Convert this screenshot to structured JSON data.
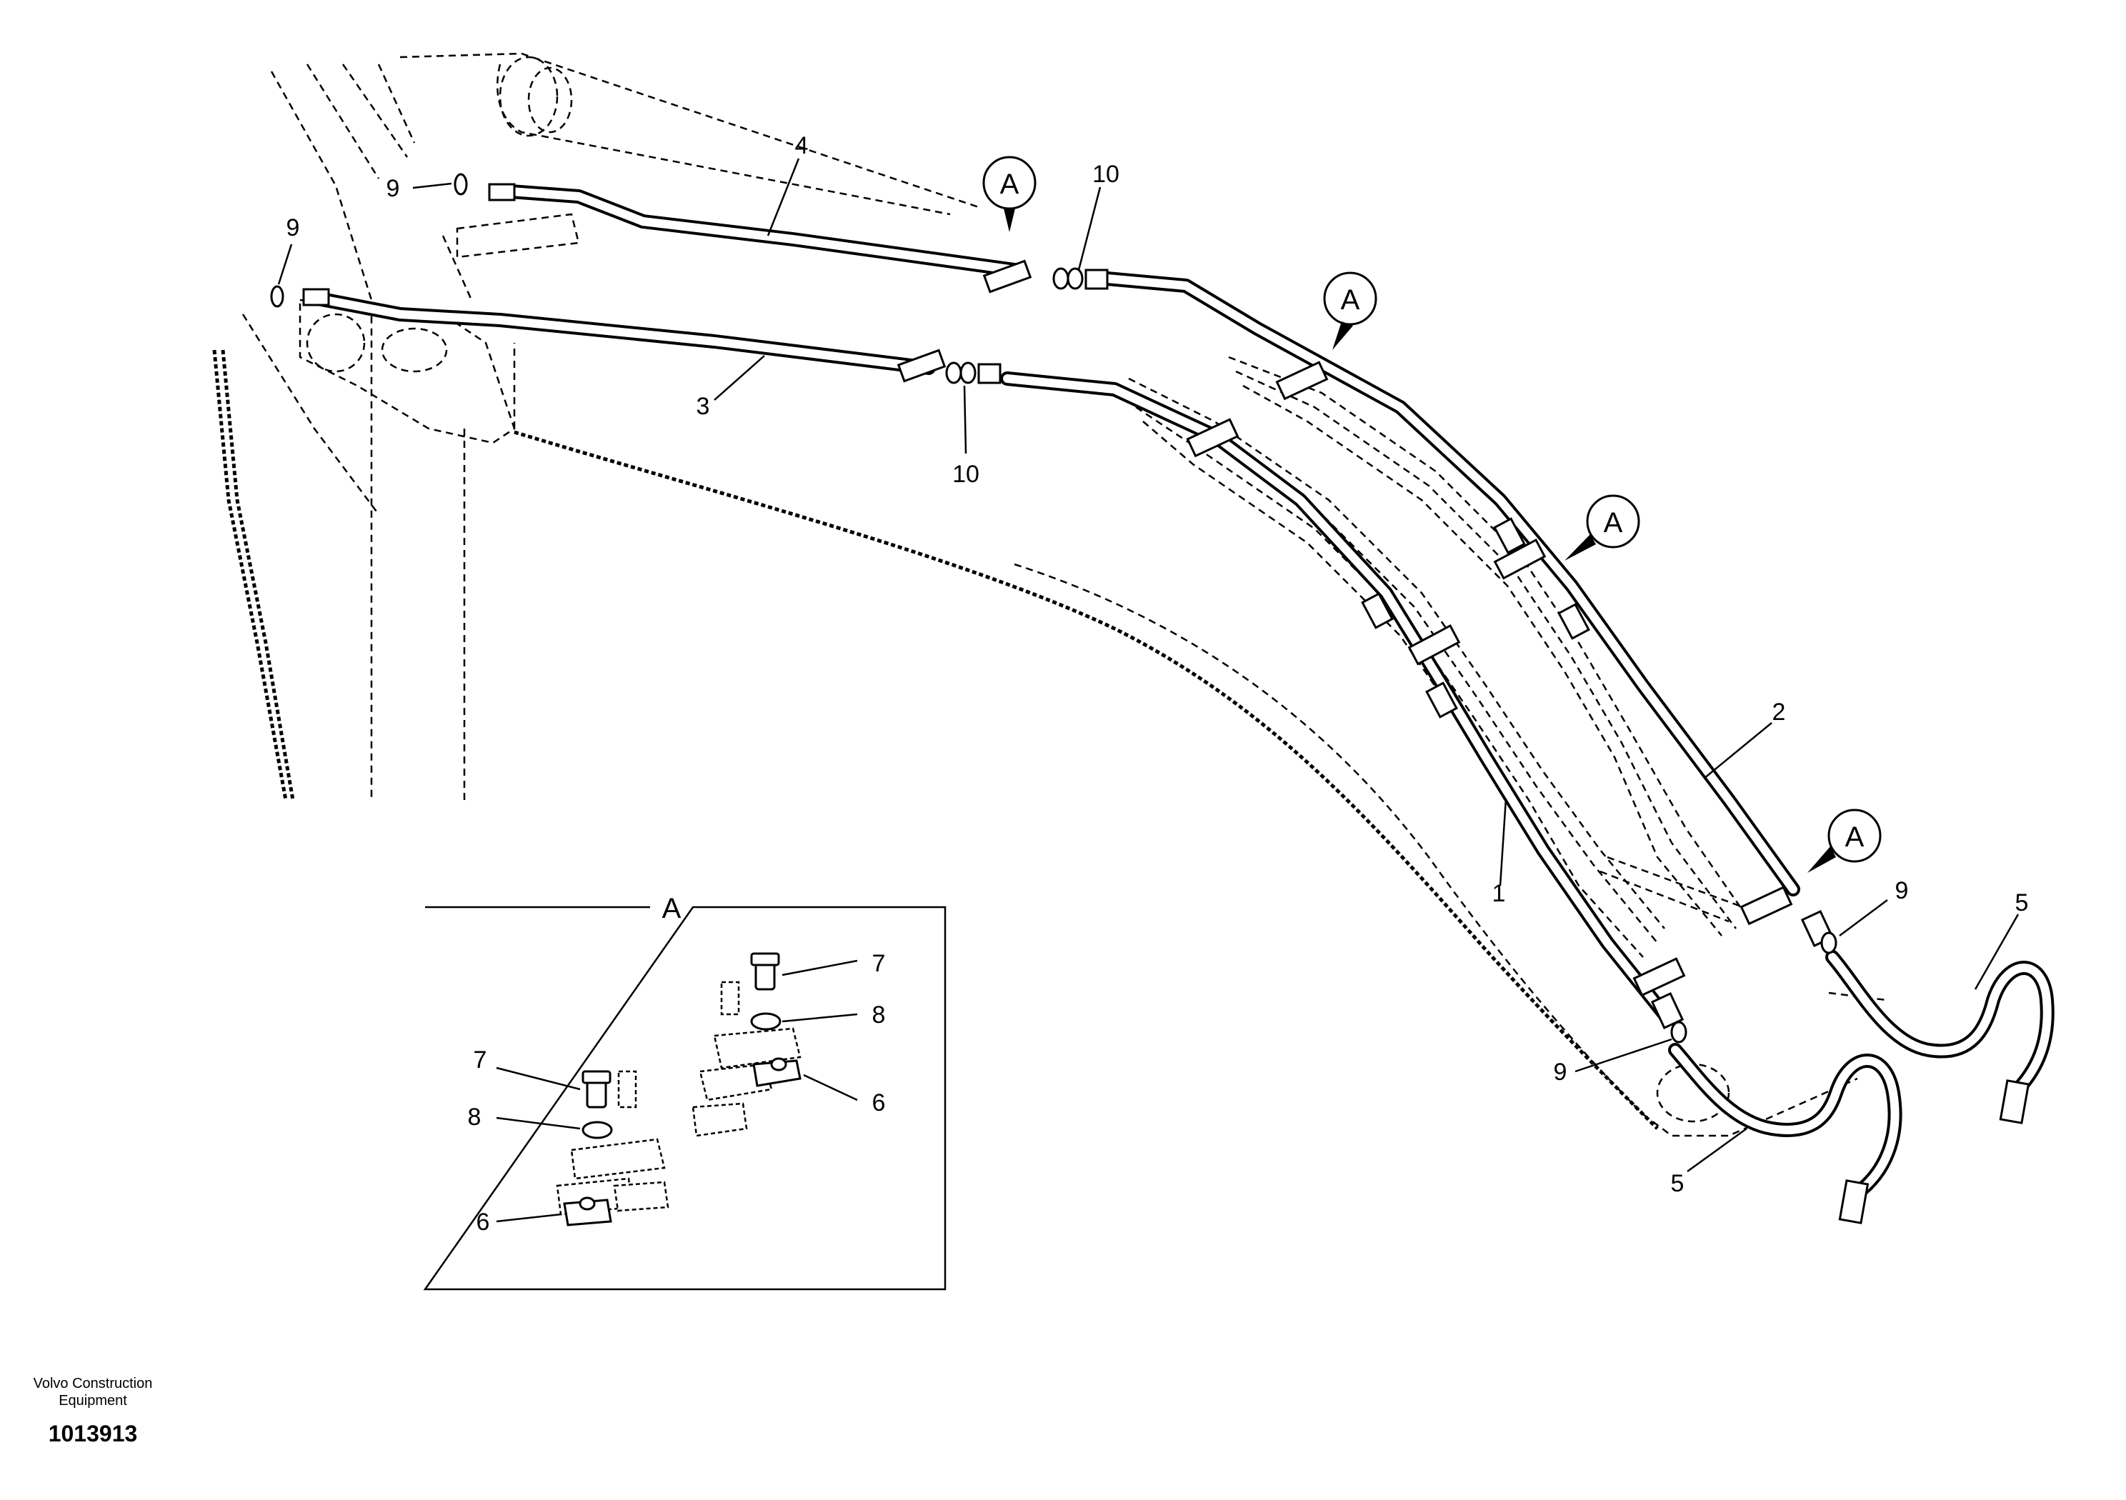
{
  "diagram": {
    "callouts": {
      "c1": "1",
      "c2": "2",
      "c3": "3",
      "c4": "4",
      "c5a": "5",
      "c5b": "5",
      "c9a": "9",
      "c9b": "9",
      "c9c": "9",
      "c9d": "9",
      "c10a": "10",
      "c10b": "10"
    },
    "detail_refs": [
      "A",
      "A",
      "A",
      "A"
    ],
    "detail_view": {
      "title": "A",
      "labels": {
        "l7a": "7",
        "l8a": "8",
        "l6a": "6",
        "l7b": "7",
        "l8b": "8",
        "l6b": "6"
      }
    }
  },
  "footer": {
    "company_line1": "Volvo Construction",
    "company_line2": "Equipment",
    "drawing_number": "1013913"
  }
}
